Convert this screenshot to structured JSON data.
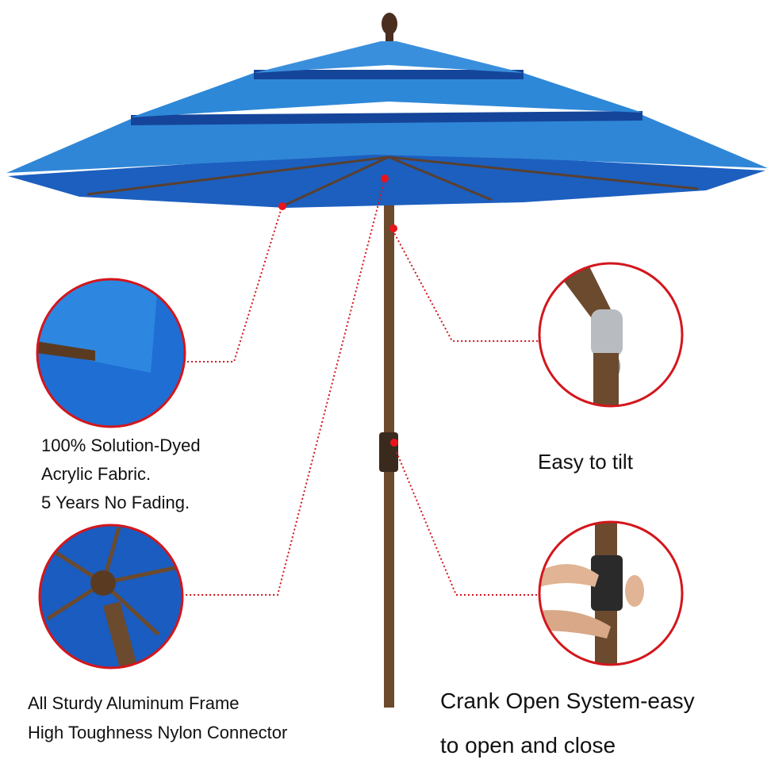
{
  "colors": {
    "canopy_light": "#2f86d6",
    "canopy_dark": "#1c5fbf",
    "pole": "#6b4a2e",
    "callout": "#d3161c"
  },
  "features": [
    {
      "icon": "fabric-closeup",
      "lines": [
        "100% Solution-Dyed",
        "Acrylic Fabric.",
        "5 Years No Fading."
      ]
    },
    {
      "icon": "tilt-joint-closeup",
      "lines": [
        "Easy to tilt"
      ]
    },
    {
      "icon": "frame-hub-closeup",
      "lines": [
        "All Sturdy Aluminum Frame",
        "High Toughness Nylon Connector"
      ]
    },
    {
      "icon": "crank-handle-closeup",
      "lines": [
        "Crank Open System-easy",
        "to open and close"
      ]
    }
  ]
}
